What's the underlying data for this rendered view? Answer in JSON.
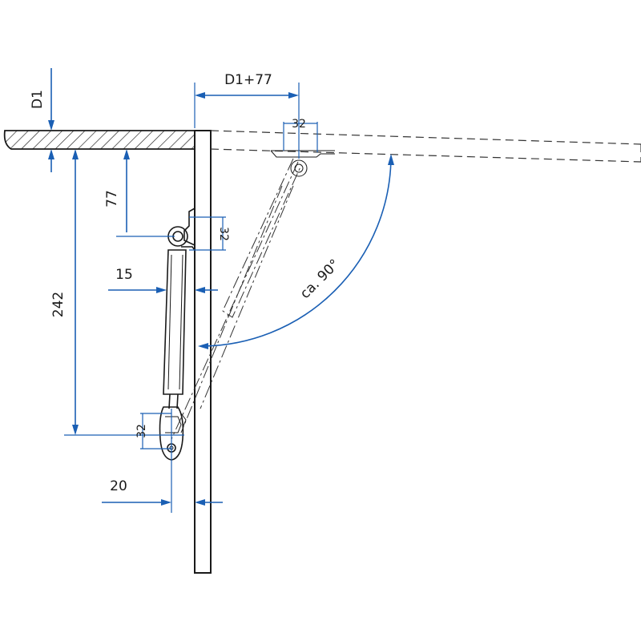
{
  "dimensions": {
    "d1": "D1",
    "d1_plus_77": "D1+77",
    "top_32": "32",
    "d77": "77",
    "upper_32": "32",
    "d15": "15",
    "d242": "242",
    "lower_32": "32",
    "d20": "20",
    "angle": "ca. 90°"
  },
  "colors": {
    "dimension_lines": "#1a5fb4",
    "drawing_lines": "#1a1a1a"
  }
}
